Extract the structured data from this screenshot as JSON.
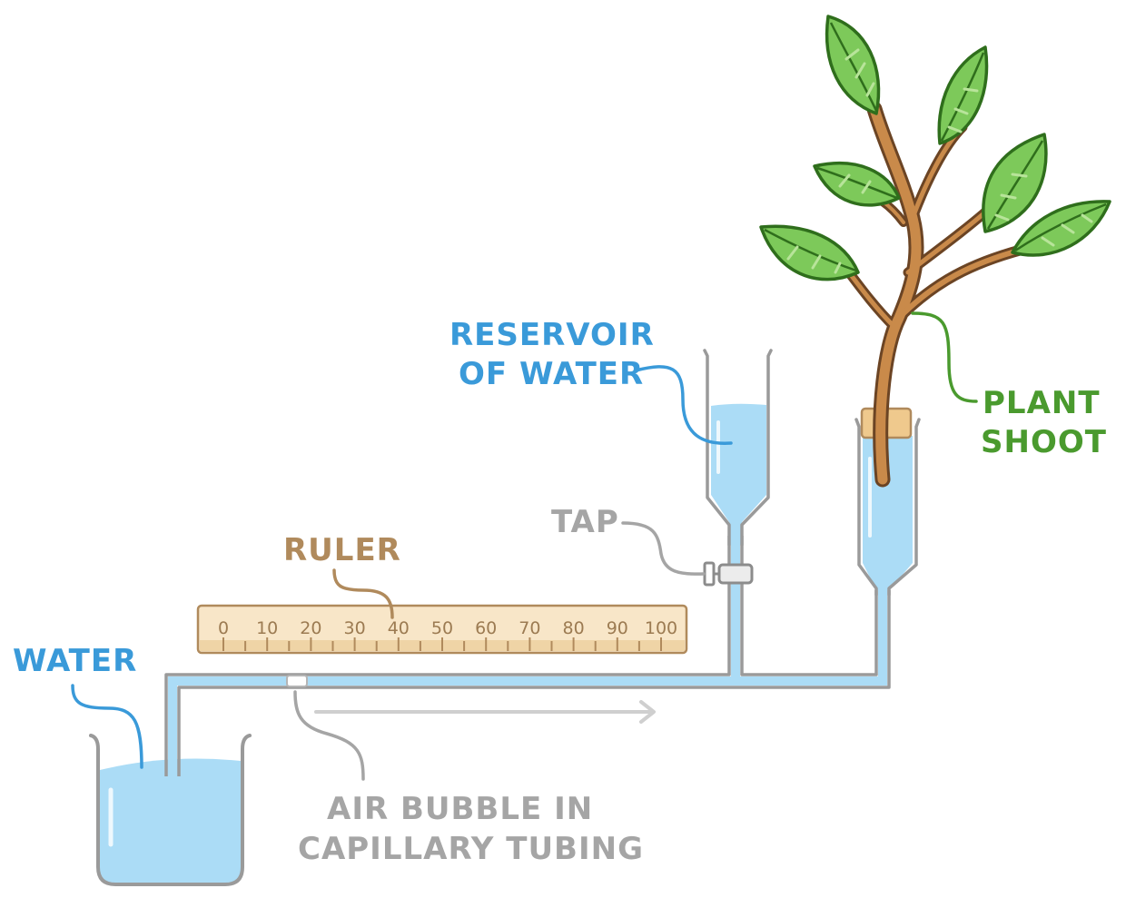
{
  "labels": {
    "reservoir": [
      "RESERVOIR",
      "OF WATER"
    ],
    "plant_shoot": [
      "PLANT",
      "SHOOT"
    ],
    "tap": "TAP",
    "ruler": "RULER",
    "water": "WATER",
    "air_bubble": [
      "AIR BUBBLE IN",
      "CAPILLARY TUBING"
    ]
  },
  "ruler": {
    "ticks": [
      "0",
      "10",
      "20",
      "30",
      "40",
      "50",
      "60",
      "70",
      "80",
      "90",
      "100"
    ]
  },
  "colors": {
    "water_label": "#3a9ad9",
    "plant_label": "#4a9a2e",
    "tap_label": "#a5a5a5",
    "ruler_label": "#b08a5c",
    "water_fill": "#abdcf6",
    "glass": "#9a9a9a",
    "leaf": "#7dc95a",
    "leaf_outline": "#2f6e1c",
    "stem": "#c98a4a",
    "stem_outline": "#6b4424",
    "cork": "#efc98d"
  }
}
